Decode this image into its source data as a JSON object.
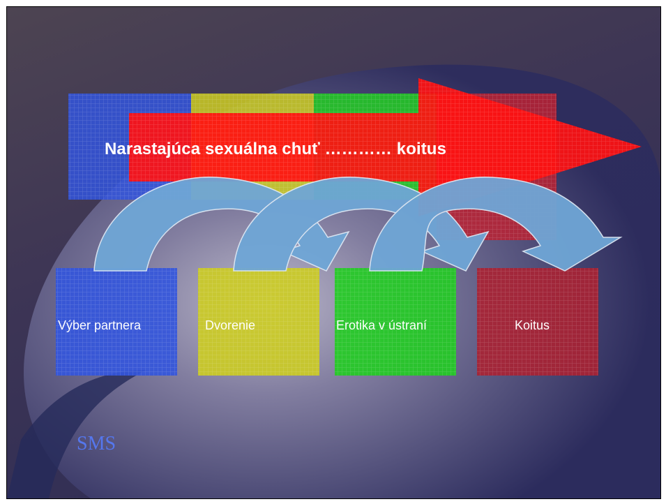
{
  "slide": {
    "title": "Narastajúca sexuálna chuť ………… koitus",
    "stages": [
      {
        "label": "Výber partnera",
        "color": "#3355dd"
      },
      {
        "label": "Dvorenie",
        "color": "#cccc22"
      },
      {
        "label": "Erotika v ústraní",
        "color": "#22cc22"
      },
      {
        "label": "Koitus",
        "color": "#aa2233"
      }
    ],
    "footer": "SMS",
    "colors": {
      "arrow_red": "#ff1111",
      "arrow_blue": "#6fa6d6"
    }
  }
}
